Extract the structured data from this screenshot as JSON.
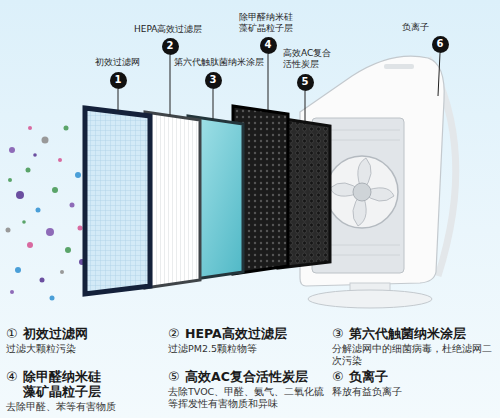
{
  "diagram": {
    "nodes": [
      {
        "text": [
          "1"
        ]
      },
      {
        "text": [
          "2"
        ]
      },
      {
        "text": [
          "3"
        ]
      },
      {
        "text": [
          "4"
        ]
      },
      {
        "text": [
          "5"
        ]
      },
      {
        "text": [
          "6"
        ]
      }
    ],
    "labels": [
      "初效过滤网",
      "HEPA高效过滤层",
      "第六代触肽菌纳米涂层",
      "除甲醛纳米硅藻矿晶粒子层",
      "高效AC复合活性炭层",
      "负离子",
      "①",
      "初效过滤网",
      "过滤大颗粒污染",
      "②",
      "HEPA高效过滤层",
      "过滤PM2.5颗粒物等",
      "③",
      "第六代触菌纳米涂层",
      "分解滤网中的细菌病毒，杜绝滤网二次污染",
      "④",
      "除甲醛纳米硅藻矿晶粒子层",
      "去除甲醛、苯等有害物质",
      "⑤",
      "高效AC复合活性炭层",
      "去除TVOC、甲醛、氨气、二氧化硫等挥发性有害物质和异味",
      "⑥",
      "负离子",
      "释放有益负离子"
    ]
  }
}
